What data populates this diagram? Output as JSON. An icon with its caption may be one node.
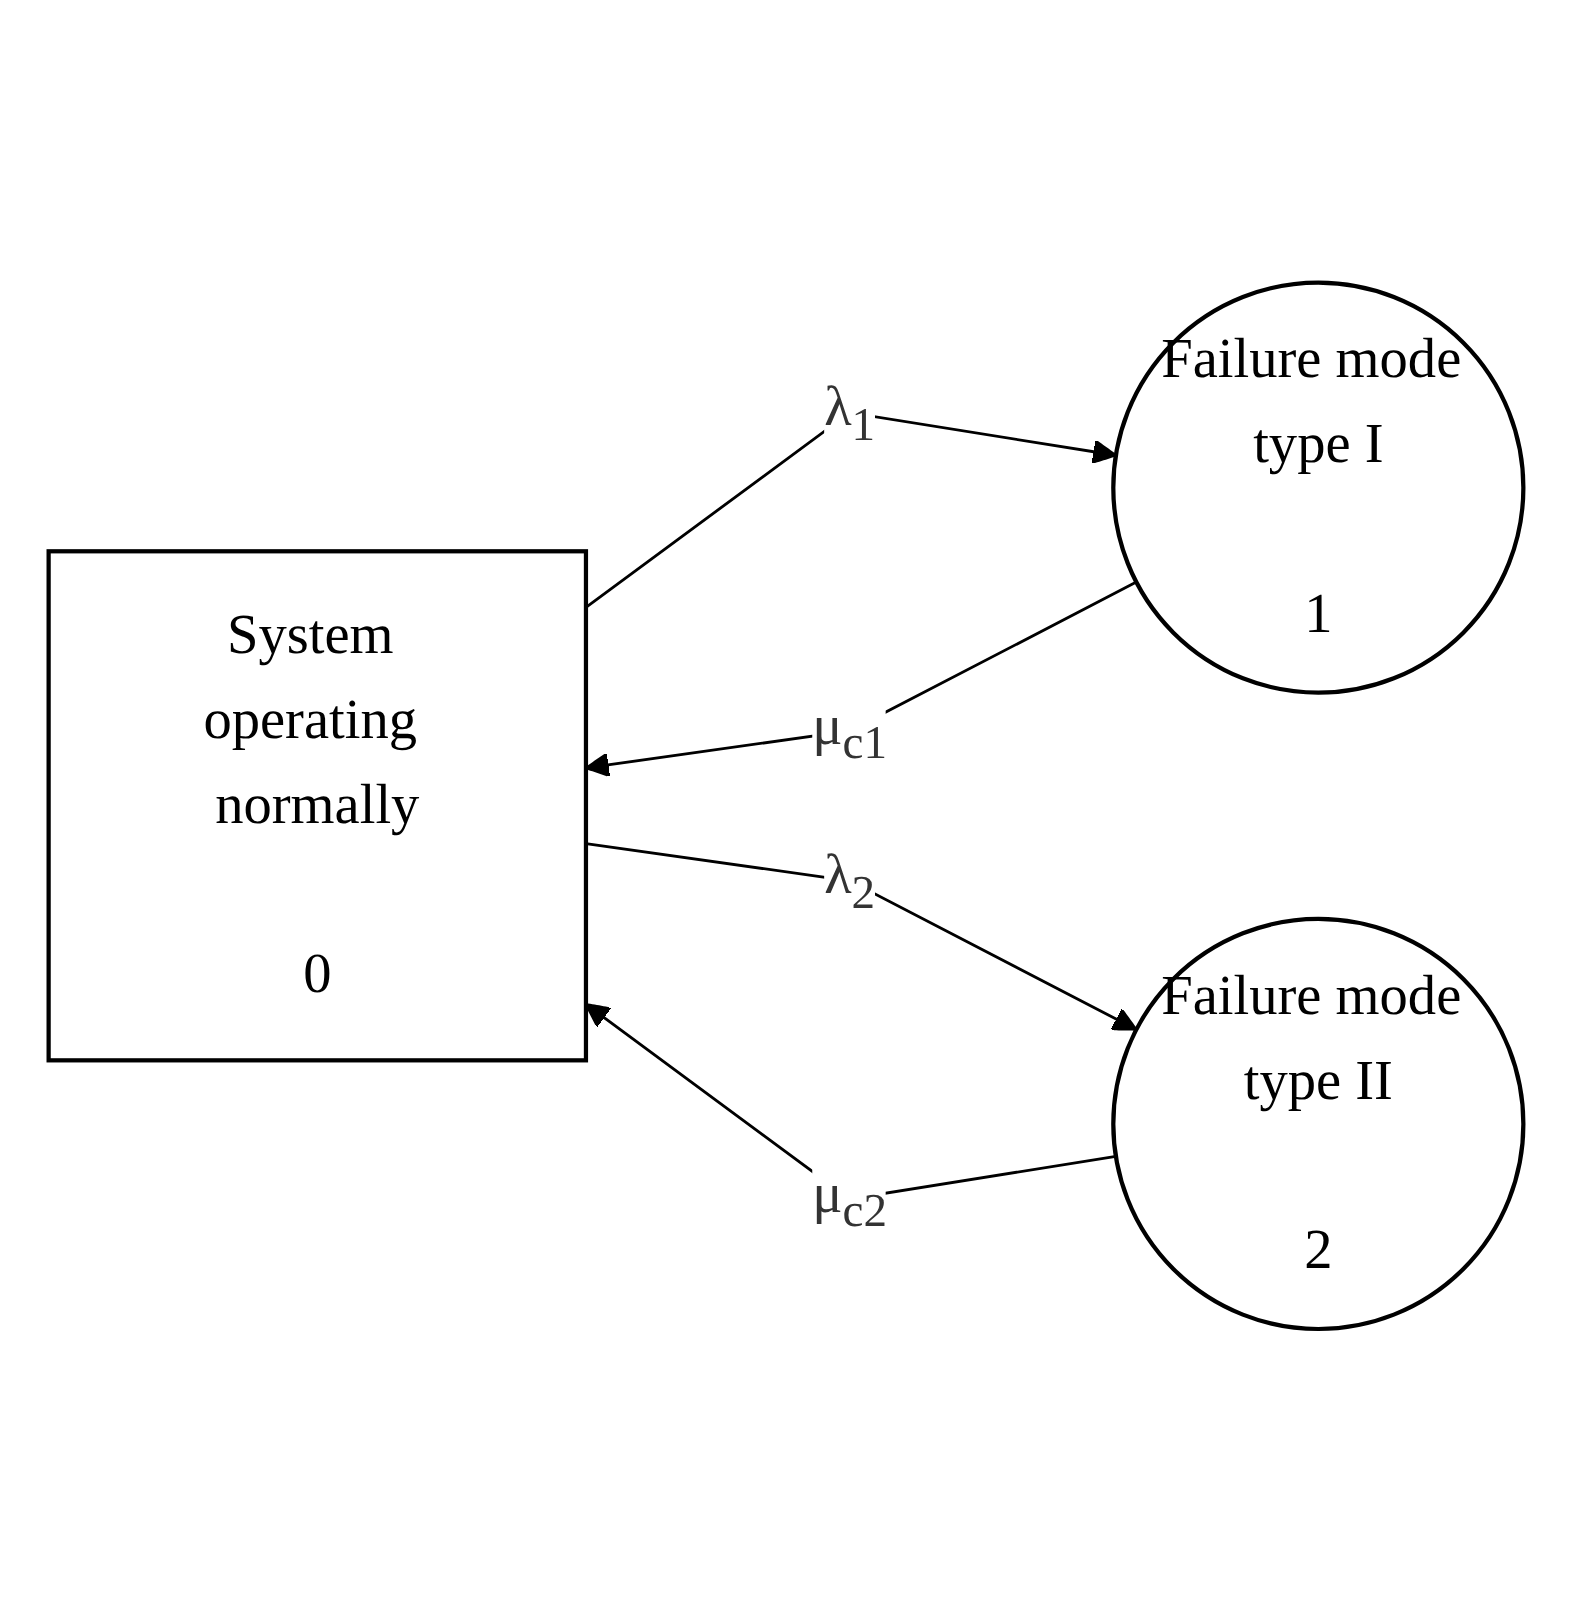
{
  "diagram": {
    "nodes": [
      {
        "text": [
          "System operating normally",
          "0"
        ]
      },
      {
        "text": [
          "Failure mode type I",
          "1"
        ]
      },
      {
        "text": [
          "Failure mode type II",
          "2"
        ]
      }
    ],
    "edges": [
      {
        "from": 0,
        "to": 1,
        "arrow": "to",
        "label": "λ$_{1}$"
      },
      {
        "from": 1,
        "to": 0,
        "arrow": "to",
        "label": "μ$_{c1}$"
      },
      {
        "from": 0,
        "to": 2,
        "arrow": "to",
        "label": "λ$_{2}$"
      },
      {
        "from": 2,
        "to": 0,
        "arrow": "to",
        "label": "μ$_{c2}$"
      }
    ]
  }
}
